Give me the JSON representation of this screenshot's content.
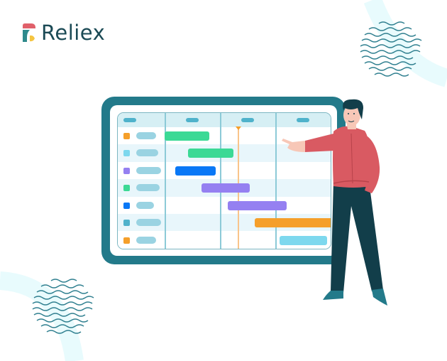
{
  "brand": {
    "name": "Reliex",
    "colors": {
      "text": "#1b4a55",
      "mark_top": "#e0606a",
      "mark_stem": "#2f8a8c",
      "mark_leaf": "#f5c542"
    }
  },
  "illustration": {
    "subject": "person presenting gantt chart on monitor",
    "monitor_color": "#237a8a",
    "gantt": {
      "header_columns": 4,
      "today_line_color": "#f9c48a",
      "rows": [
        {
          "marker_color": "#f59f2a",
          "bar_color": "#3bd995",
          "bar_start": 232,
          "bar_end": 295
        },
        {
          "marker_color": "#7dd8ee",
          "bar_color": "#3bd995",
          "bar_start": 264,
          "bar_end": 328
        },
        {
          "marker_color": "#9580f1",
          "bar_color": "#0a78f6",
          "bar_start": 246,
          "bar_end": 303
        },
        {
          "marker_color": "#3bd995",
          "bar_color": "#9580f1",
          "bar_start": 283,
          "bar_end": 351
        },
        {
          "marker_color": "#0a78f6",
          "bar_color": "#9580f1",
          "bar_start": 320,
          "bar_end": 403
        },
        {
          "marker_color": "#4fb2cb",
          "bar_color": "#f59f2a",
          "bar_start": 358,
          "bar_end": 466
        },
        {
          "marker_color": "#f59f2a",
          "bar_color": "#7dd8ee",
          "bar_start": 393,
          "bar_end": 460
        }
      ]
    }
  }
}
